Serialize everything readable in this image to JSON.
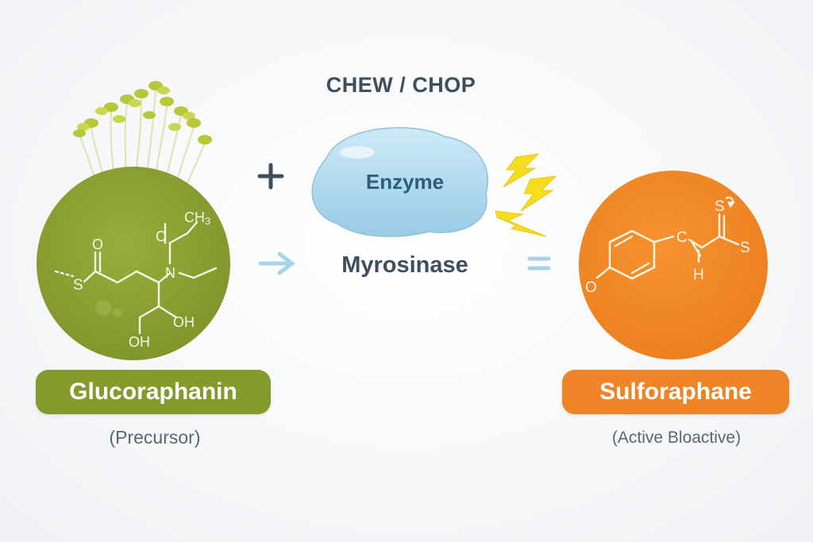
{
  "title": "CHEW / CHOP",
  "enzyme": {
    "label": "Enzyme",
    "name": "Myrosinase",
    "color": "#a9d6ee"
  },
  "operators": {
    "plus": "+",
    "equals": "="
  },
  "precursor": {
    "name": "Glucoraphanin",
    "subtitle": "(Precursor)",
    "color": "#839a2c",
    "atoms": [
      "CH3",
      "O",
      "N",
      "S",
      "OH",
      "OH"
    ]
  },
  "product": {
    "name": "Sulforaphane",
    "subtitle": "(Active Bloactive)",
    "color": "#ee8425",
    "atoms": [
      "S",
      "S",
      "C",
      "H",
      "O"
    ]
  },
  "icons": [
    "sprouts-icon",
    "lightning-icon",
    "arrow-right-icon"
  ]
}
